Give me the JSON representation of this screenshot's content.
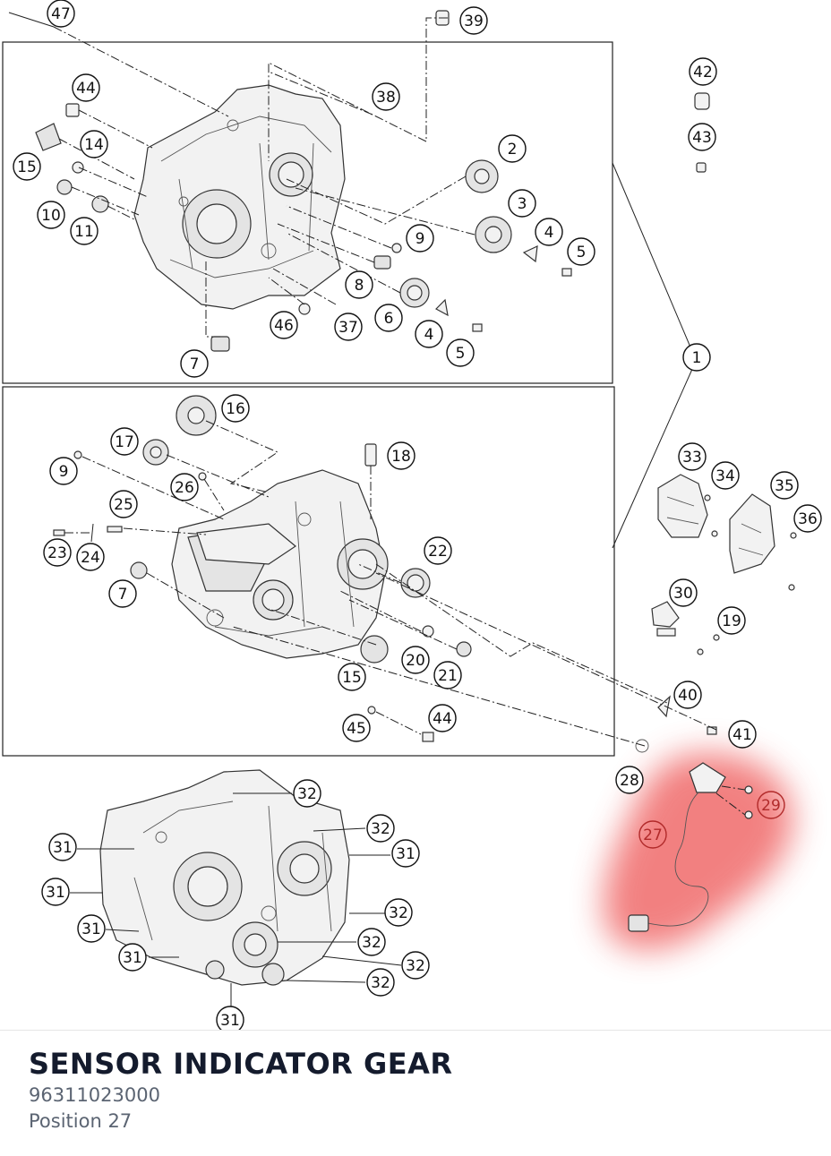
{
  "diagram": {
    "highlight_color": "#f06a6a",
    "callouts": [
      "47",
      "39",
      "42",
      "38",
      "44",
      "43",
      "14",
      "2",
      "15",
      "3",
      "10",
      "4",
      "11",
      "5",
      "9",
      "8",
      "6",
      "46",
      "37",
      "4",
      "5",
      "7",
      "1",
      "16",
      "17",
      "18",
      "9",
      "26",
      "33",
      "34",
      "25",
      "35",
      "36",
      "23",
      "24",
      "22",
      "7",
      "30",
      "19",
      "15",
      "20",
      "21",
      "40",
      "45",
      "44",
      "41",
      "28",
      "29",
      "27",
      "32",
      "32",
      "31",
      "31",
      "31",
      "32",
      "31",
      "32",
      "31",
      "32",
      "32",
      "31"
    ],
    "highlighted_callouts": [
      "27",
      "29"
    ]
  },
  "part": {
    "title": "SENSOR INDICATOR GEAR",
    "number": "96311023000",
    "position": "Position 27"
  }
}
